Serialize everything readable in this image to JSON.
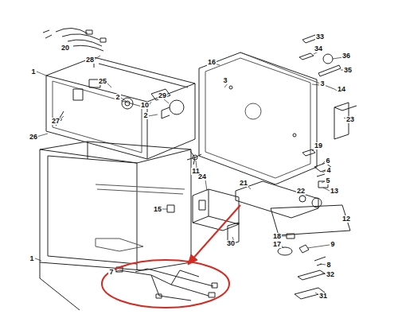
{
  "diagram": {
    "labels": [
      "20",
      "28",
      "1",
      "25",
      "2",
      "10",
      "29",
      "2",
      "27",
      "26",
      "33",
      "34",
      "36",
      "35",
      "16",
      "3",
      "3",
      "14",
      "23",
      "11",
      "24",
      "21",
      "19",
      "6",
      "4",
      "5",
      "22",
      "13",
      "15",
      "12",
      "18",
      "30",
      "17",
      "9",
      "8",
      "32",
      "31",
      "7",
      "1"
    ]
  }
}
